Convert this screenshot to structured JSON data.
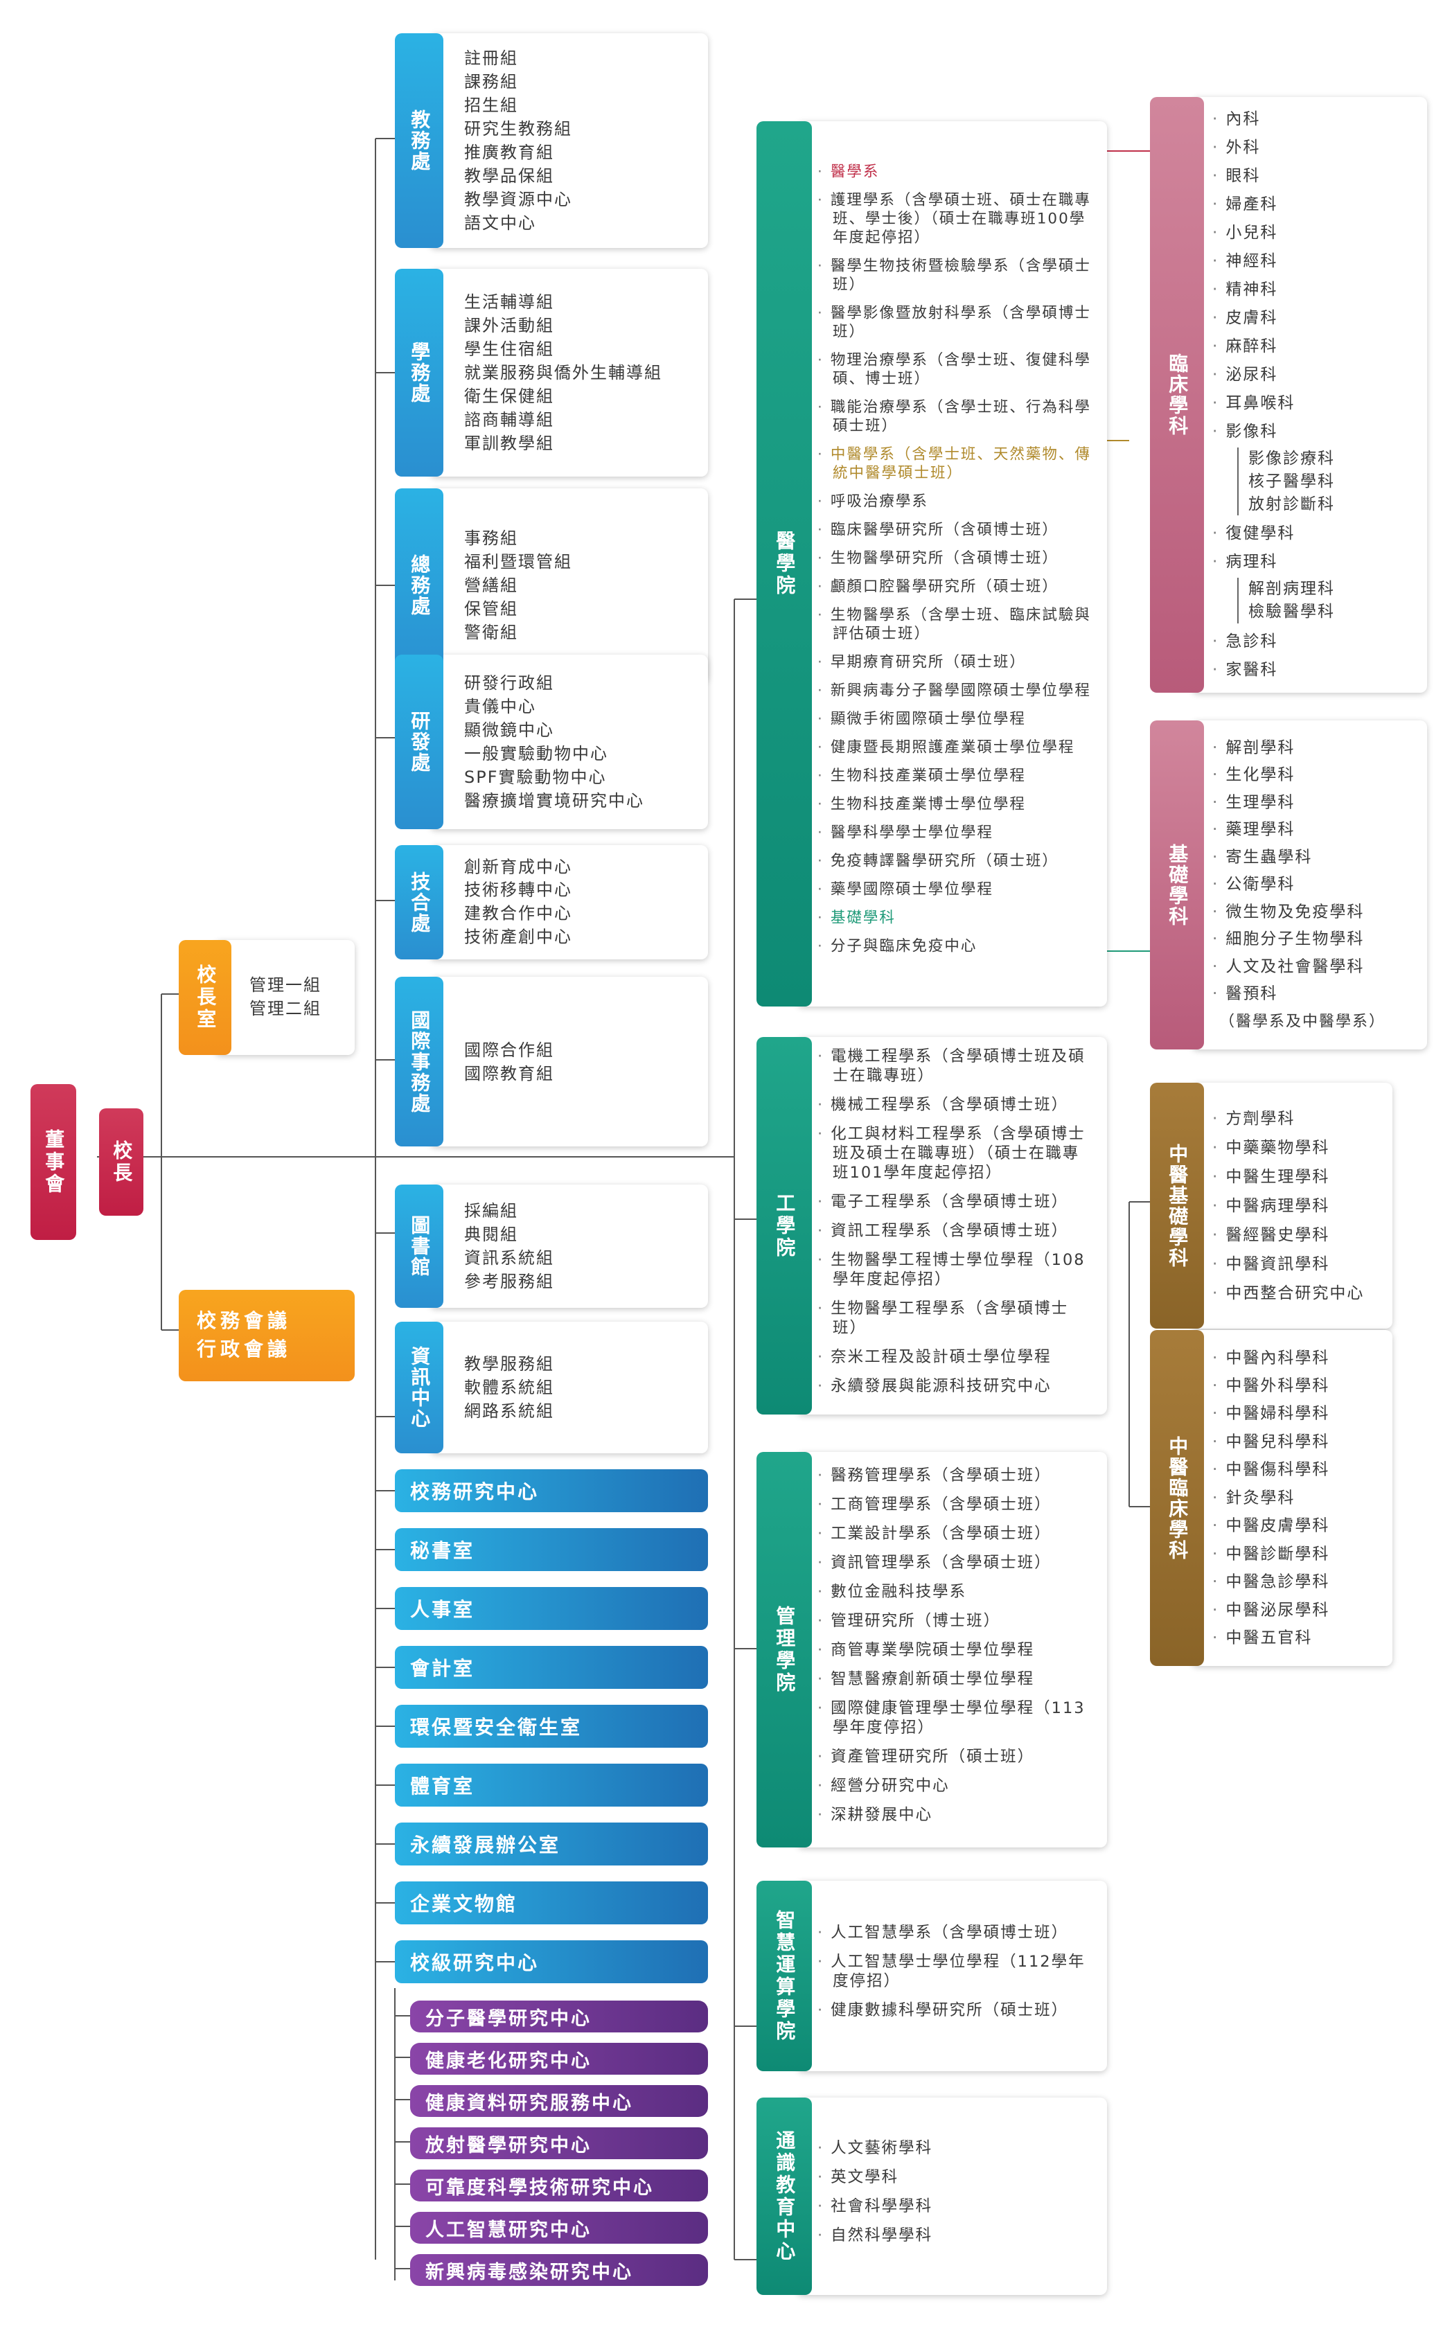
{
  "root": {
    "board": "董事會",
    "president": "校長"
  },
  "president_office": {
    "label": "校長室",
    "items": [
      "管理一組",
      "管理二組"
    ]
  },
  "councils": {
    "line1": "校務會議",
    "line2": "行政會議"
  },
  "admin_units": [
    {
      "label": "教務處",
      "items": [
        "註冊組",
        "課務組",
        "招生組",
        "研究生教務組",
        "推廣教育組",
        "教學品保組",
        "教學資源中心",
        "語文中心"
      ]
    },
    {
      "label": "學務處",
      "items": [
        "生活輔導組",
        "課外活動組",
        "學生住宿組",
        "就業服務與僑外生輔導組",
        "衛生保健組",
        "諮商輔導組",
        "軍訓教學組"
      ]
    },
    {
      "label": "總務處",
      "items": [
        "事務組",
        "福利暨環管組",
        "營繕組",
        "保管組",
        "警衛組"
      ]
    },
    {
      "label": "研發處",
      "items": [
        "研發行政組",
        "貴儀中心",
        "顯微鏡中心",
        "一般實驗動物中心",
        "SPF實驗動物中心",
        "醫療擴增實境研究中心"
      ]
    },
    {
      "label": "技合處",
      "items": [
        "創新育成中心",
        "技術移轉中心",
        "建教合作中心",
        "技術產創中心"
      ]
    },
    {
      "label": "國際事務處",
      "items": [
        "國際合作組",
        "國際教育組"
      ]
    },
    {
      "label": "圖書館",
      "items": [
        "採編組",
        "典閱組",
        "資訊系統組",
        "參考服務組"
      ]
    },
    {
      "label": "資訊中心",
      "items": [
        "教學服務組",
        "軟體系統組",
        "網路系統組"
      ]
    }
  ],
  "offices": [
    "校務研究中心",
    "秘書室",
    "人事室",
    "會計室",
    "環保暨安全衛生室",
    "體育室",
    "永續發展辦公室",
    "企業文物館",
    "校級研究中心"
  ],
  "research_centers": [
    "分子醫學研究中心",
    "健康老化研究中心",
    "健康資料研究服務中心",
    "放射醫學研究中心",
    "可靠度科學技術研究中心",
    "人工智慧研究中心",
    "新興病毒感染研究中心"
  ],
  "colleges": [
    {
      "label": "醫學院",
      "items": [
        "醫學系",
        "護理學系（含學碩士班、碩士在職專班、學士後）（碩士在職專班100學年度起停招）",
        "醫學生物技術暨檢驗學系（含學碩士班）",
        "醫學影像暨放射科學系（含學碩博士班）",
        "物理治療學系（含學士班、復健科學碩、博士班）",
        "職能治療學系（含學士班、行為科學碩士班）",
        "中醫學系（含學士班、天然藥物、傳統中醫學碩士班）",
        "呼吸治療學系",
        "臨床醫學研究所（含碩博士班）",
        "生物醫學研究所（含碩博士班）",
        "顱顏口腔醫學研究所（碩士班）",
        "生物醫學系（含學士班、臨床試驗與評估碩士班）",
        "早期療育研究所（碩士班）",
        "新興病毒分子醫學國際碩士學位學程",
        "顯微手術國際碩士學位學程",
        "健康暨長期照護產業碩士學位學程",
        "生物科技產業碩士學位學程",
        "生物科技產業博士學位學程",
        "醫學科學學士學位學程",
        "免疫轉譯醫學研究所（碩士班）",
        "藥學國際碩士學位學程",
        "基礎學科",
        "分子與臨床免疫中心"
      ]
    },
    {
      "label": "工學院",
      "items": [
        "電機工程學系（含學碩博士班及碩士在職專班）",
        "機械工程學系（含學碩博士班）",
        "化工與材料工程學系（含學碩博士班及碩士在職專班）（碩士在職專班101學年度起停招）",
        "電子工程學系（含學碩博士班）",
        "資訊工程學系（含學碩博士班）",
        "生物醫學工程博士學位學程（108學年度起停招）",
        "生物醫學工程學系（含學碩博士班）",
        "奈米工程及設計碩士學位學程",
        "永續發展與能源科技研究中心"
      ]
    },
    {
      "label": "管理學院",
      "items": [
        "醫務管理學系（含學碩士班）",
        "工商管理學系（含學碩士班）",
        "工業設計學系（含學碩士班）",
        "資訊管理學系（含學碩士班）",
        "數位金融科技學系",
        "管理研究所（博士班）",
        "商管專業學院碩士學位學程",
        "智慧醫療創新碩士學位學程",
        "國際健康管理學士學位學程（113學年度停招）",
        "資產管理研究所（碩士班）",
        "經營分研究中心",
        "深耕發展中心"
      ]
    },
    {
      "label": "智慧運算學院",
      "items": [
        "人工智慧學系（含學碩博士班）",
        "人工智慧學士學位學程（112學年度停招）",
        "健康數據科學研究所（碩士班）"
      ]
    },
    {
      "label": "通識教育中心",
      "items": [
        "人文藝術學科",
        "英文學科",
        "社會科學學科",
        "自然科學學科"
      ]
    }
  ],
  "departments": [
    {
      "label": "臨床學科",
      "items": [
        {
          "t": "內科"
        },
        {
          "t": "外科"
        },
        {
          "t": "眼科"
        },
        {
          "t": "婦產科"
        },
        {
          "t": "小兒科"
        },
        {
          "t": "神經科"
        },
        {
          "t": "精神科"
        },
        {
          "t": "皮膚科"
        },
        {
          "t": "麻醉科"
        },
        {
          "t": "泌尿科"
        },
        {
          "t": "耳鼻喉科"
        },
        {
          "t": "影像科",
          "sub": [
            "影像診療科",
            "核子醫學科",
            "放射診斷科"
          ]
        },
        {
          "t": "復健學科"
        },
        {
          "t": "病理科",
          "sub": [
            "解剖病理科",
            "檢驗醫學科"
          ]
        },
        {
          "t": "急診科"
        },
        {
          "t": "家醫科"
        }
      ]
    },
    {
      "label": "基礎學科",
      "items": [
        {
          "t": "解剖學科"
        },
        {
          "t": "生化學科"
        },
        {
          "t": "生理學科"
        },
        {
          "t": "藥理學科"
        },
        {
          "t": "寄生蟲學科"
        },
        {
          "t": "公衛學科"
        },
        {
          "t": "微生物及免疫學科"
        },
        {
          "t": "細胞分子生物學科"
        },
        {
          "t": "人文及社會醫學科"
        },
        {
          "t": "醫預科",
          "note": "（醫學系及中醫學系）"
        }
      ]
    },
    {
      "label": "中醫基礎學科",
      "items": [
        {
          "t": "方劑學科"
        },
        {
          "t": "中藥藥物學科"
        },
        {
          "t": "中醫生理學科"
        },
        {
          "t": "中醫病理學科"
        },
        {
          "t": "醫經醫史學科"
        },
        {
          "t": "中醫資訊學科"
        },
        {
          "t": "中西整合研究中心"
        }
      ]
    },
    {
      "label": "中醫臨床學科",
      "items": [
        {
          "t": "中醫內科學科"
        },
        {
          "t": "中醫外科學科"
        },
        {
          "t": "中醫婦科學科"
        },
        {
          "t": "中醫兒科學科"
        },
        {
          "t": "中醫傷科學科"
        },
        {
          "t": "針灸學科"
        },
        {
          "t": "中醫皮膚學科"
        },
        {
          "t": "中醫診斷學科"
        },
        {
          "t": "中醫急診學科"
        },
        {
          "t": "中醫泌尿學科"
        },
        {
          "t": "中醫五官科"
        }
      ]
    }
  ],
  "colors": {
    "medical_link": "#c0304a",
    "tcm_link": "#b08a2c",
    "basic_link": "#1f9a78"
  }
}
